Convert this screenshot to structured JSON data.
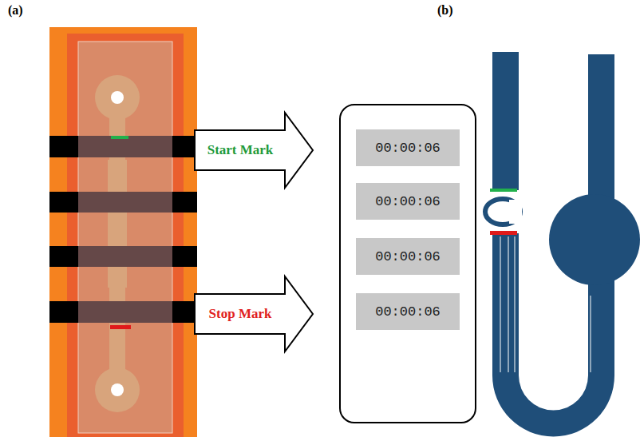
{
  "diagram": {
    "nodes": [
      {
        "text": [
          "Start Mark"
        ]
      },
      {
        "text": [
          "00:00:06"
        ]
      },
      {
        "text": [
          "00:00:06"
        ]
      },
      {
        "text": [
          "00:00:06"
        ]
      },
      {
        "text": [
          "00:00:06"
        ]
      },
      {
        "text": [
          "Stop Mark"
        ]
      }
    ],
    "labels": [
      "(a)",
      "(b)"
    ]
  }
}
